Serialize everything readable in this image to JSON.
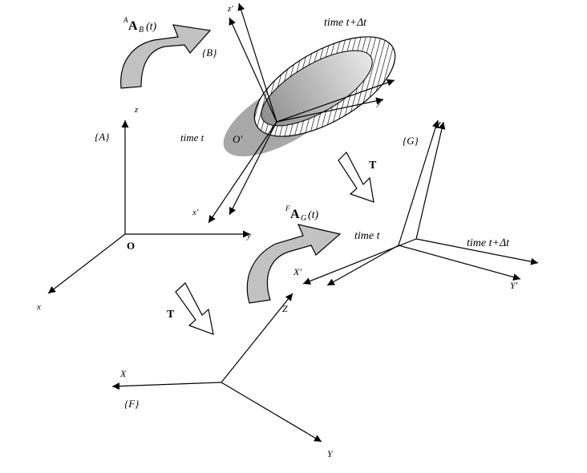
{
  "labels": {
    "frame_A": "{A}",
    "frame_B": "{B}",
    "frame_G": "{G}",
    "frame_F": "{F}",
    "axis_z": "z",
    "axis_y": "y",
    "axis_x": "x",
    "origin_O": "O",
    "axis_z_prime": "z'",
    "axis_y_prime": "y'",
    "axis_x_prime": "x'",
    "origin_O_prime": "O'",
    "time_t_body": "time t",
    "time_t_dt_body": "time t+Δt",
    "rot_AB_super": "A",
    "rot_AB_main": "A",
    "rot_AB_sub": "B",
    "rot_AB_arg": "(t)",
    "rot_FG_super": "F",
    "rot_FG_main": "A",
    "rot_FG_sub": "G",
    "rot_FG_arg": "(t)",
    "transform_T_upper": "T",
    "transform_T_lower": "T",
    "axis_Z_G": "Z",
    "axis_Y_prime_G": "Y'",
    "axis_X_prime_G": "X'",
    "time_t_G": "time t",
    "time_t_dt_G": "time t+Δt",
    "axis_Z_F": "Z",
    "axis_X_F": "X",
    "axis_Y_F": "Y"
  }
}
